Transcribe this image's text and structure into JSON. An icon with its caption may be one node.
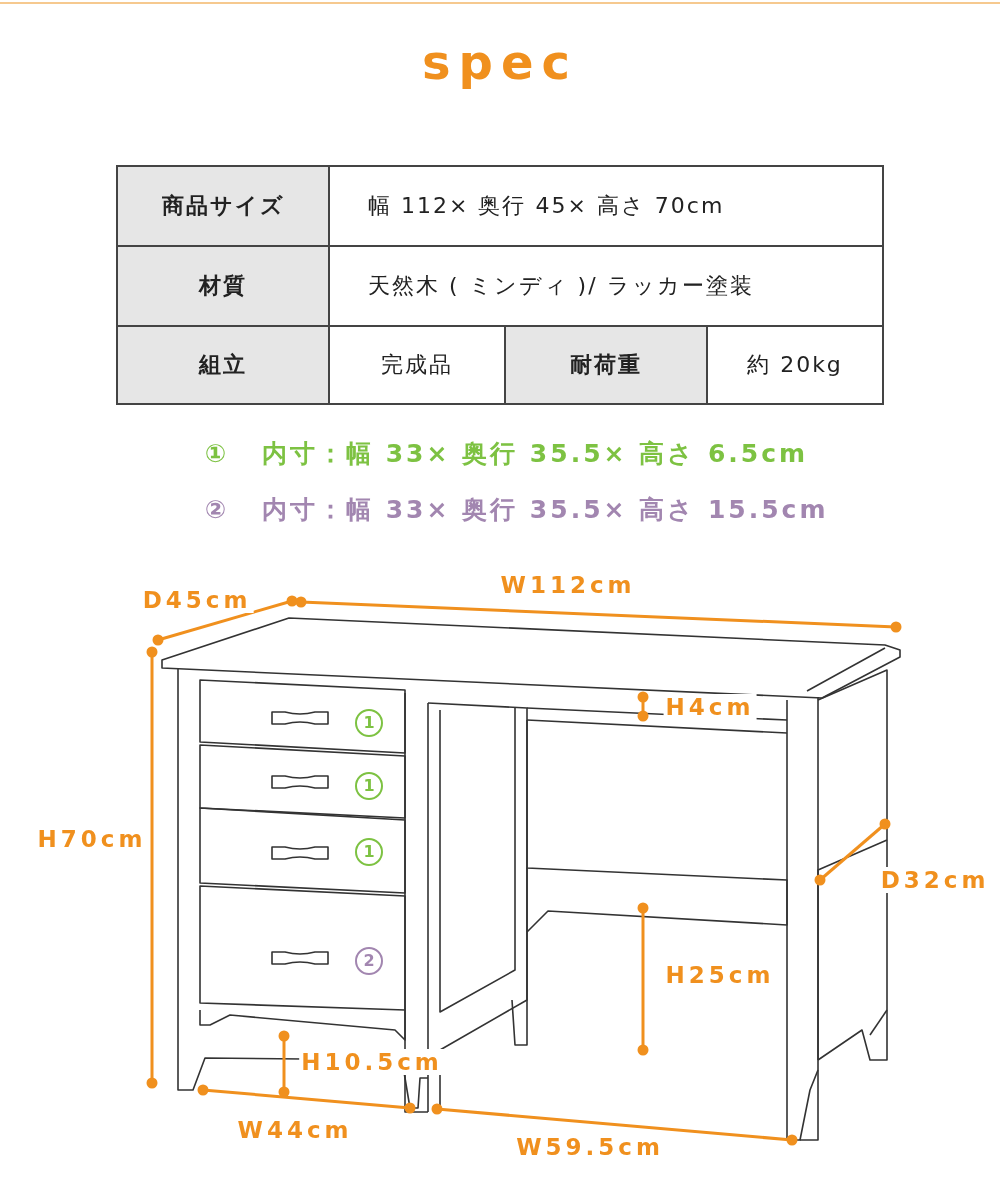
{
  "diagram": {
    "title": "spec",
    "labels": [
      "商品サイズ",
      "幅 112× 奥行 45× 高さ 70cm",
      "材質",
      "天然木 ( ミンディ )/ ラッカー塗装",
      "組立",
      "完成品",
      "耐荷重",
      "約 20kg",
      "①",
      "内寸：幅 33× 奥行 35.5× 高さ 6.5cm",
      "②",
      "内寸：幅 33× 奥行 35.5× 高さ 15.5cm",
      "W112cm",
      "D45cm",
      "H4cm",
      "1",
      "1",
      "H70cm",
      "1",
      "D32cm",
      "2",
      "H25cm",
      "H10.5cm",
      "W44cm",
      "W59.5cm"
    ]
  }
}
